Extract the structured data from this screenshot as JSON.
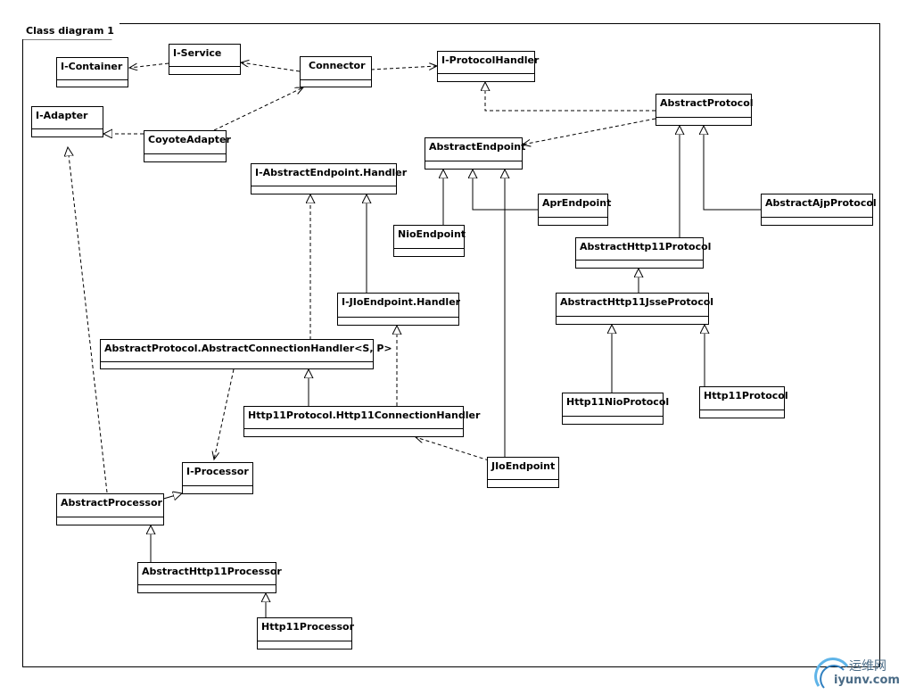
{
  "diagram": {
    "title": "Class diagram 1",
    "classes": {
      "i_container": "I-Container",
      "i_service": "I-Service",
      "connector": "Connector",
      "i_protocol_handler": "I-ProtocolHandler",
      "i_adapter": "I-Adapter",
      "coyote_adapter": "CoyoteAdapter",
      "abstract_protocol": "AbstractProtocol",
      "abstract_endpoint": "AbstractEndpoint",
      "i_abstract_endpoint_handler": "I-AbstractEndpoint.Handler",
      "apr_endpoint": "AprEndpoint",
      "abstract_ajp_protocol": "AbstractAjpProtocol",
      "nio_endpoint": "NioEndpoint",
      "abstract_http11_protocol": "AbstractHttp11Protocol",
      "i_jio_endpoint_handler": "I-JIoEndpoint.Handler",
      "abstract_http11_jsse_protocol": "AbstractHttp11JsseProtocol",
      "abstract_connection_handler": "AbstractProtocol.AbstractConnectionHandler<S, P>",
      "http11_nio_protocol": "Http11NioProtocol",
      "http11_protocol": "Http11Protocol",
      "http11_connection_handler": "Http11Protocol.Http11ConnectionHandler",
      "i_processor": "I-Processor",
      "jio_endpoint": "JIoEndpoint",
      "abstract_processor": "AbstractProcessor",
      "abstract_http11_processor": "AbstractHttp11Processor",
      "http11_processor": "Http11Processor"
    }
  },
  "watermark": {
    "cn": "运维网",
    "en": "iyunv.com"
  },
  "colors": {
    "line": "#000000",
    "watermark": "#4a6b86"
  }
}
